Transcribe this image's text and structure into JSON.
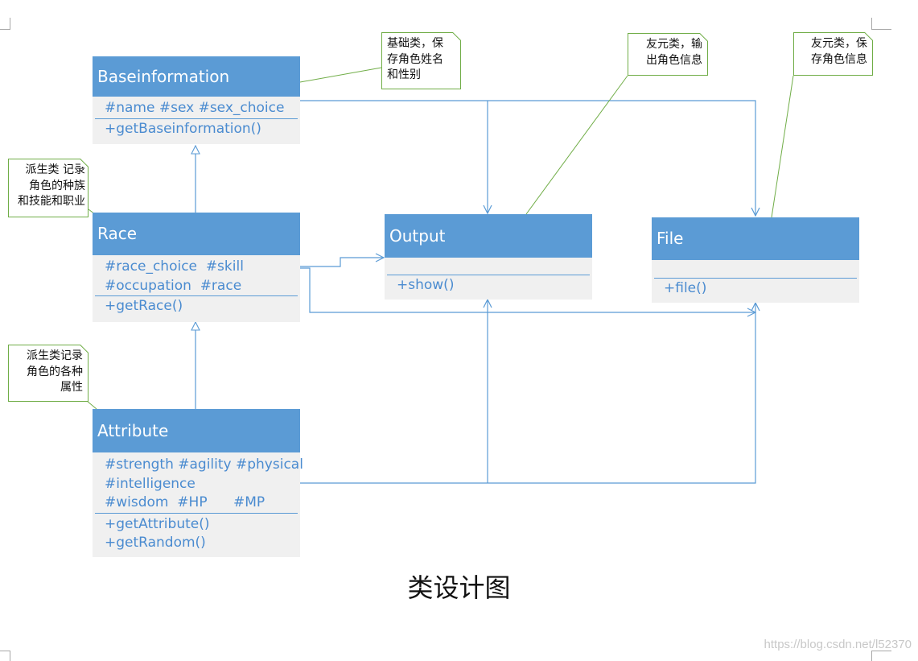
{
  "classes": {
    "baseinformation": {
      "name": "Baseinformation",
      "attributes": [
        "#name #sex #sex_choice"
      ],
      "methods": [
        "+getBaseinformation()"
      ]
    },
    "race": {
      "name": "Race",
      "attributes": [
        "#race_choice  #skill",
        "#occupation  #race"
      ],
      "methods": [
        "+getRace()"
      ]
    },
    "attribute": {
      "name": "Attribute",
      "attributes": [
        "#strength #agility #physical",
        "#intelligence",
        "#wisdom  #HP      #MP"
      ],
      "methods": [
        "+getAttribute()",
        "+getRandom()"
      ]
    },
    "output": {
      "name": "Output",
      "methods": [
        "+show()"
      ]
    },
    "file": {
      "name": "File",
      "methods": [
        "+file()"
      ]
    }
  },
  "notes": {
    "baseinformation_note": [
      "基础类，保",
      "存角色姓名",
      "和性别"
    ],
    "output_note": [
      "友元类，输",
      "出角色信息"
    ],
    "file_note": [
      "友元类，保",
      "存角色信息"
    ],
    "race_note": [
      "派生类  记录",
      "角色的种族",
      "和技能和职业"
    ],
    "attribute_note": [
      "派生类记录",
      "角色的各种",
      "属性"
    ]
  },
  "caption": "类设计图",
  "watermark": "https://blog.csdn.net/l52370",
  "colors": {
    "class_header": "#5b9bd5",
    "class_body": "#f0f0f0",
    "member_text": "#4a8bd0",
    "connector": "#5b9bd5",
    "note_border": "#70ad47"
  }
}
